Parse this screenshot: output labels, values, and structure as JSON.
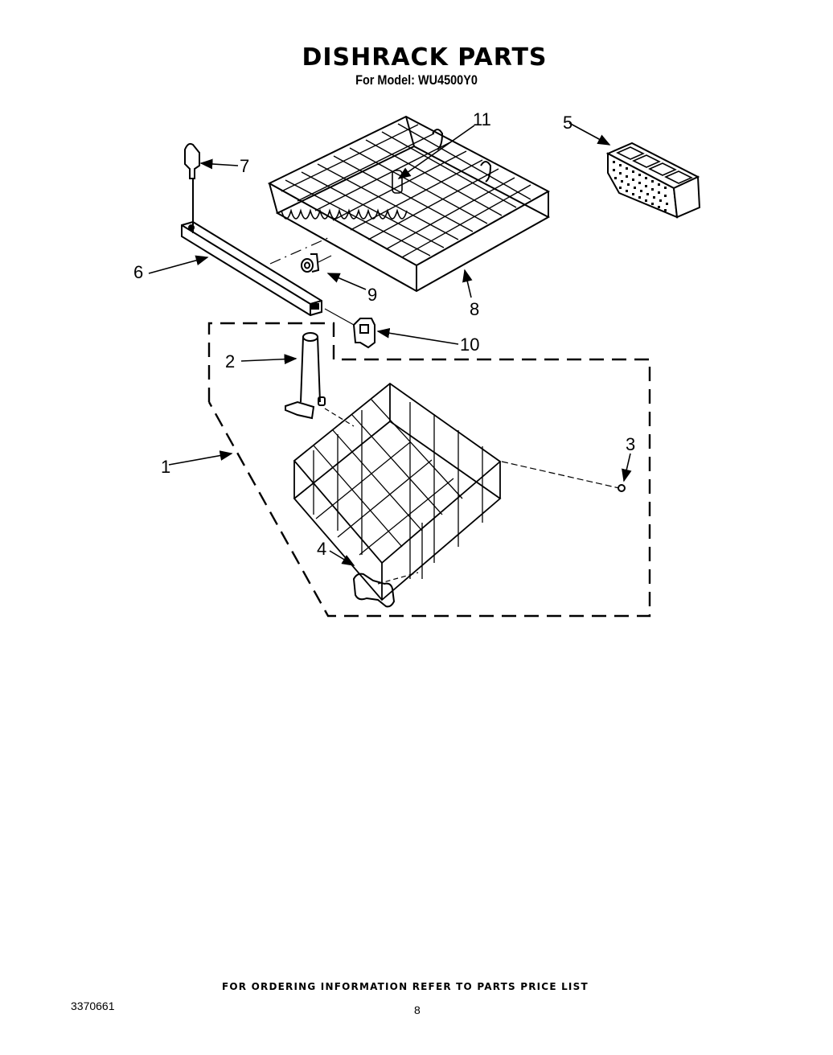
{
  "header": {
    "title": "DISHRACK PARTS",
    "subtitle": "For Model: WU4500Y0"
  },
  "callouts": [
    {
      "number": "1",
      "part": "lower-dishrack-assembly"
    },
    {
      "number": "2",
      "part": "spray-tube"
    },
    {
      "number": "3",
      "part": "rack-bumper"
    },
    {
      "number": "4",
      "part": "rack-roller"
    },
    {
      "number": "5",
      "part": "silverware-basket"
    },
    {
      "number": "6",
      "part": "rack-track"
    },
    {
      "number": "7",
      "part": "track-end-cap"
    },
    {
      "number": "8",
      "part": "upper-dishrack"
    },
    {
      "number": "9",
      "part": "rack-wheel"
    },
    {
      "number": "10",
      "part": "track-stop-clip"
    },
    {
      "number": "11",
      "part": "spray-tube-connector"
    }
  ],
  "footer": {
    "ordering_note": "FOR ORDERING INFORMATION REFER TO PARTS PRICE LIST",
    "doc_number": "3370661",
    "page_number": "8"
  }
}
